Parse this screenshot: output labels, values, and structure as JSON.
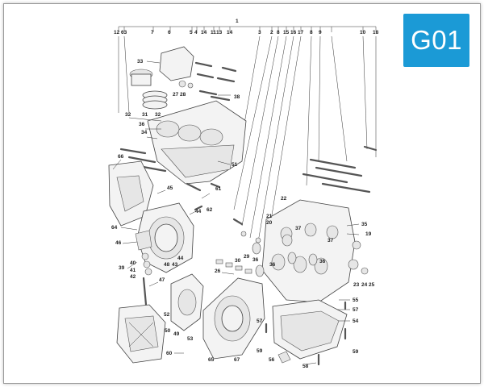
{
  "badge": {
    "code": "G01"
  },
  "labels": {
    "top_1": "1",
    "top_12": "12",
    "top_63": "63",
    "top_7": "7",
    "top_6": "6",
    "top_5": "5",
    "top_4": "4",
    "top_14a": "14",
    "top_11": "11",
    "top_13": "13",
    "top_14b": "14",
    "top_3": "3",
    "top_2": "2",
    "top_8": "8",
    "top_15": "15",
    "top_16": "16",
    "top_17": "17",
    "top_8b": "8",
    "top_9": "9",
    "top_10": "10",
    "top_18": "18",
    "l33": "33",
    "l27": "27",
    "l28": "28",
    "l32a": "32",
    "l31": "31",
    "l32b": "32",
    "l38": "38",
    "l36": "36",
    "l34": "34",
    "l51": "51",
    "l66": "66",
    "l45": "45",
    "l61": "61",
    "l62": "62",
    "l44a": "44",
    "l22": "22",
    "l21": "21",
    "l20": "20",
    "l64": "64",
    "l46": "46",
    "l39": "39",
    "l40": "40",
    "l41": "41",
    "l42": "42",
    "l48": "48",
    "l43": "43",
    "l44b": "44",
    "l47": "47",
    "l29": "29",
    "l30": "30",
    "l26": "26",
    "l36b": "36",
    "l36c": "36",
    "l36d": "36",
    "l37a": "37",
    "l37b": "37",
    "l35": "35",
    "l19": "19",
    "l23": "23",
    "l24": "24",
    "l25": "25",
    "l52": "52",
    "l50": "50",
    "l49": "49",
    "l53": "53",
    "l60": "60",
    "l65": "65",
    "l67": "67",
    "l55": "55",
    "l57a": "57",
    "l57b": "57",
    "l54": "54",
    "l59a": "59",
    "l59b": "59",
    "l56": "56",
    "l58": "58"
  }
}
